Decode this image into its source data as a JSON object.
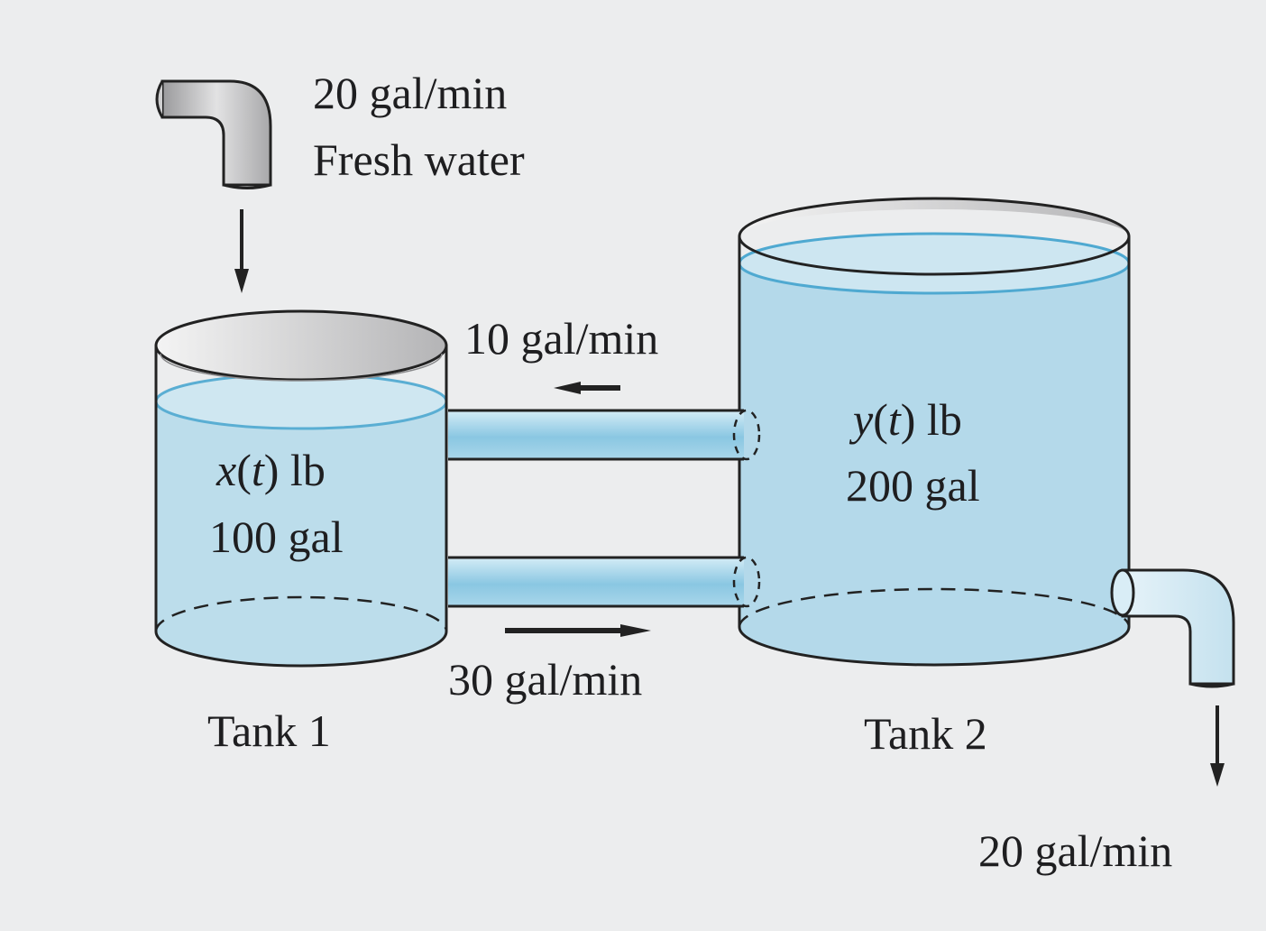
{
  "inflow": {
    "rate": "20 gal/min",
    "desc": "Fresh water"
  },
  "upper_pipe": {
    "rate": "10 gal/min",
    "direction": "tank2-to-tank1"
  },
  "lower_pipe": {
    "rate": "30 gal/min",
    "direction": "tank1-to-tank2"
  },
  "outflow": {
    "rate": "20 gal/min"
  },
  "tank1": {
    "var": "x",
    "arg": "t",
    "unit": "lb",
    "volume": "100 gal",
    "caption": "Tank 1"
  },
  "tank2": {
    "var": "y",
    "arg": "t",
    "unit": "lb",
    "volume": "200 gal",
    "caption": "Tank 2"
  },
  "colors": {
    "water": "#b9dcea",
    "pipe_water": "#8ac7e2",
    "pipe_metal": "#c9c9cb",
    "background": "#ecedee",
    "ink": "#1e1e20"
  },
  "icons": [
    "faucet-pipe-icon",
    "drain-pipe-icon",
    "down-arrow-icon",
    "left-arrow-icon",
    "right-arrow-icon"
  ]
}
